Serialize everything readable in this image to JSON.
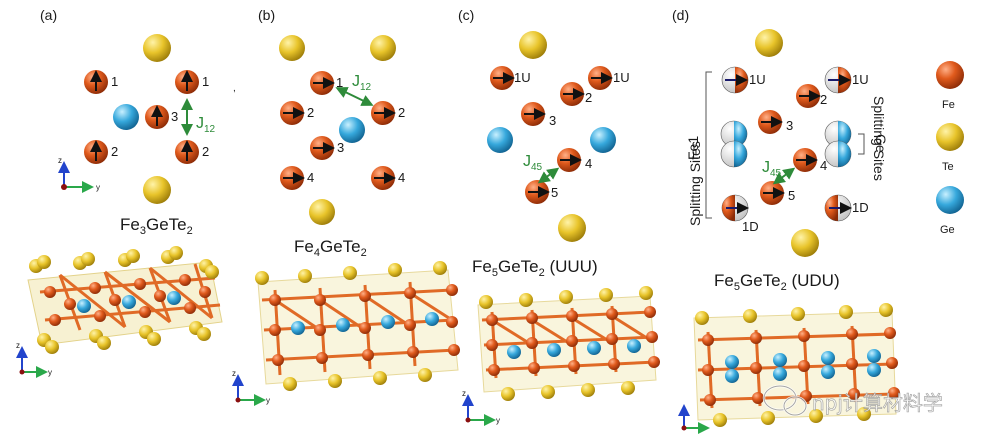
{
  "panels": [
    {
      "letter": "(a)",
      "title_main": "Fe",
      "title_sub1": "3",
      "title_mid": "GeTe",
      "title_sub2": "2",
      "title_tail": "",
      "site_labels": [
        "1",
        "1",
        "3",
        "2",
        "2"
      ],
      "coupling": {
        "main": "J",
        "sub": "12"
      }
    },
    {
      "letter": "(b)",
      "title_main": "Fe",
      "title_sub1": "4",
      "title_mid": "GeTe",
      "title_sub2": "2",
      "title_tail": "",
      "site_labels": [
        "1",
        "2",
        "2",
        "3",
        "4",
        "4"
      ],
      "coupling": {
        "main": "J",
        "sub": "12"
      }
    },
    {
      "letter": "(c)",
      "title_main": "Fe",
      "title_sub1": "5",
      "title_mid": "GeTe",
      "title_sub2": "2",
      "title_tail": " (UUU)",
      "site_labels": [
        "1U",
        "1U",
        "2",
        "3",
        "4",
        "5"
      ],
      "coupling": {
        "main": "J",
        "sub": "45"
      }
    },
    {
      "letter": "(d)",
      "title_main": "Fe",
      "title_sub1": "5",
      "title_mid": "GeTe",
      "title_sub2": "2",
      "title_tail": " (UDU)",
      "site_labels": [
        "1U",
        "1U",
        "2",
        "3",
        "4",
        "5",
        "1D",
        "1D"
      ],
      "coupling": {
        "main": "J",
        "sub": "45"
      },
      "side_left": {
        "line1": "Fe1",
        "line2": "Splitting Sites"
      },
      "side_right": {
        "line1": "Ge",
        "line2": "Splitting Sites"
      }
    }
  ],
  "axes": {
    "z": "z",
    "y": "y"
  },
  "legend": [
    {
      "label": "Fe",
      "color": "#e05a1c"
    },
    {
      "label": "Te",
      "color": "#e8c42a"
    },
    {
      "label": "Ge",
      "color": "#36a8dc"
    }
  ],
  "watermark": {
    "text": "npj计算材料学"
  },
  "colors": {
    "fe": "#e05a1c",
    "te": "#e8c42a",
    "ge": "#36a8dc",
    "coupling": "#2e8b3a"
  }
}
